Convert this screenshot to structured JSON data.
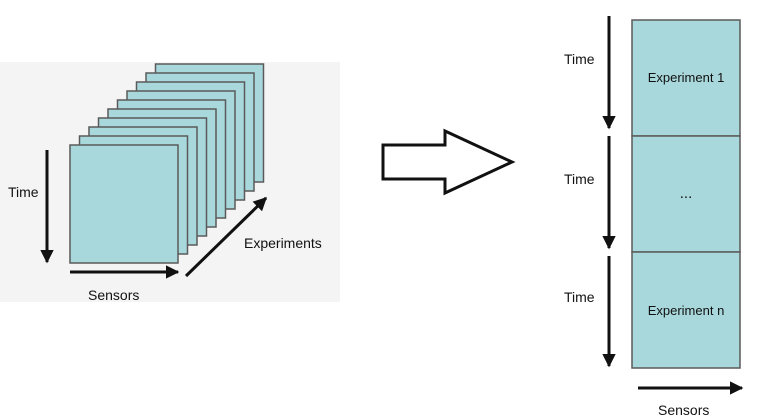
{
  "colors": {
    "sheet_fill": "#a8d8dc",
    "outline": "#5a5a5a",
    "arrow": "#111111",
    "background": "#ffffff",
    "left_panel_bg": "#f4f4f4"
  },
  "left_cube": {
    "sheet_count": 10,
    "time_label": "Time",
    "sensors_label": "Sensors",
    "experiments_label": "Experiments"
  },
  "transform_arrow": {
    "icon": "hollow-right-arrow-icon"
  },
  "right_stack": {
    "blocks": [
      {
        "time_label": "Time",
        "content": "Experiment 1"
      },
      {
        "time_label": "Time",
        "content": "..."
      },
      {
        "time_label": "Time",
        "content": "Experiment n"
      }
    ],
    "sensors_label": "Sensors"
  }
}
